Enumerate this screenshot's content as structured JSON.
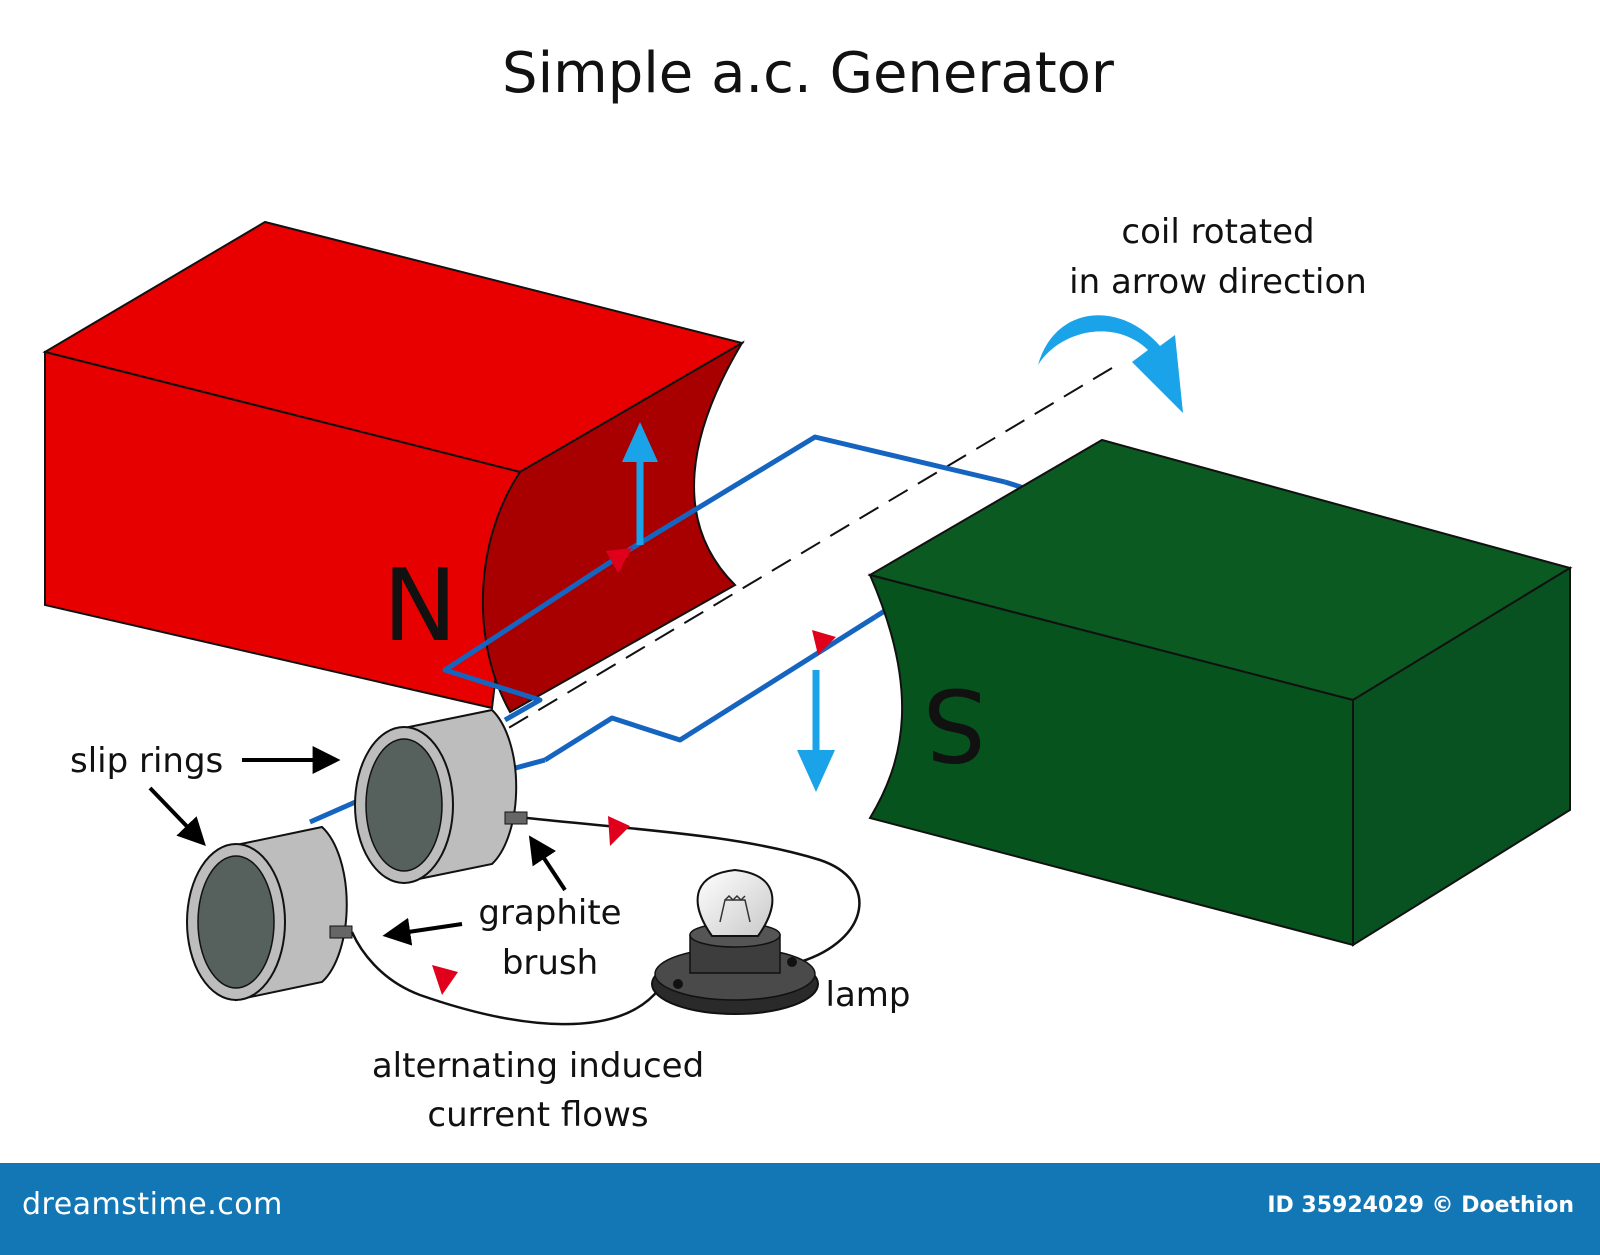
{
  "title": "Simple a.c. Generator",
  "labels": {
    "north_pole": "N",
    "south_pole": "S",
    "rotation_line1": "coil rotated",
    "rotation_line2": "in arrow direction",
    "slip_rings": "slip rings",
    "graphite_line1": "graphite",
    "graphite_line2": "brush",
    "lamp": "lamp",
    "current_line1": "alternating induced",
    "current_line2": "current flows"
  },
  "colors": {
    "north_magnet": "#e60000",
    "north_face": "#a80000",
    "south_magnet": "#06531e",
    "coil": "#1565c0",
    "force_arrow": "#1aa3e8",
    "current_arrow": "#e0001b",
    "ring": "#bdbdbd",
    "ring_inner": "#56605c",
    "footer": "#1377b6"
  },
  "footer": {
    "brand": "dreamstime.com",
    "image_id": "ID 35924029 © Doethion"
  }
}
